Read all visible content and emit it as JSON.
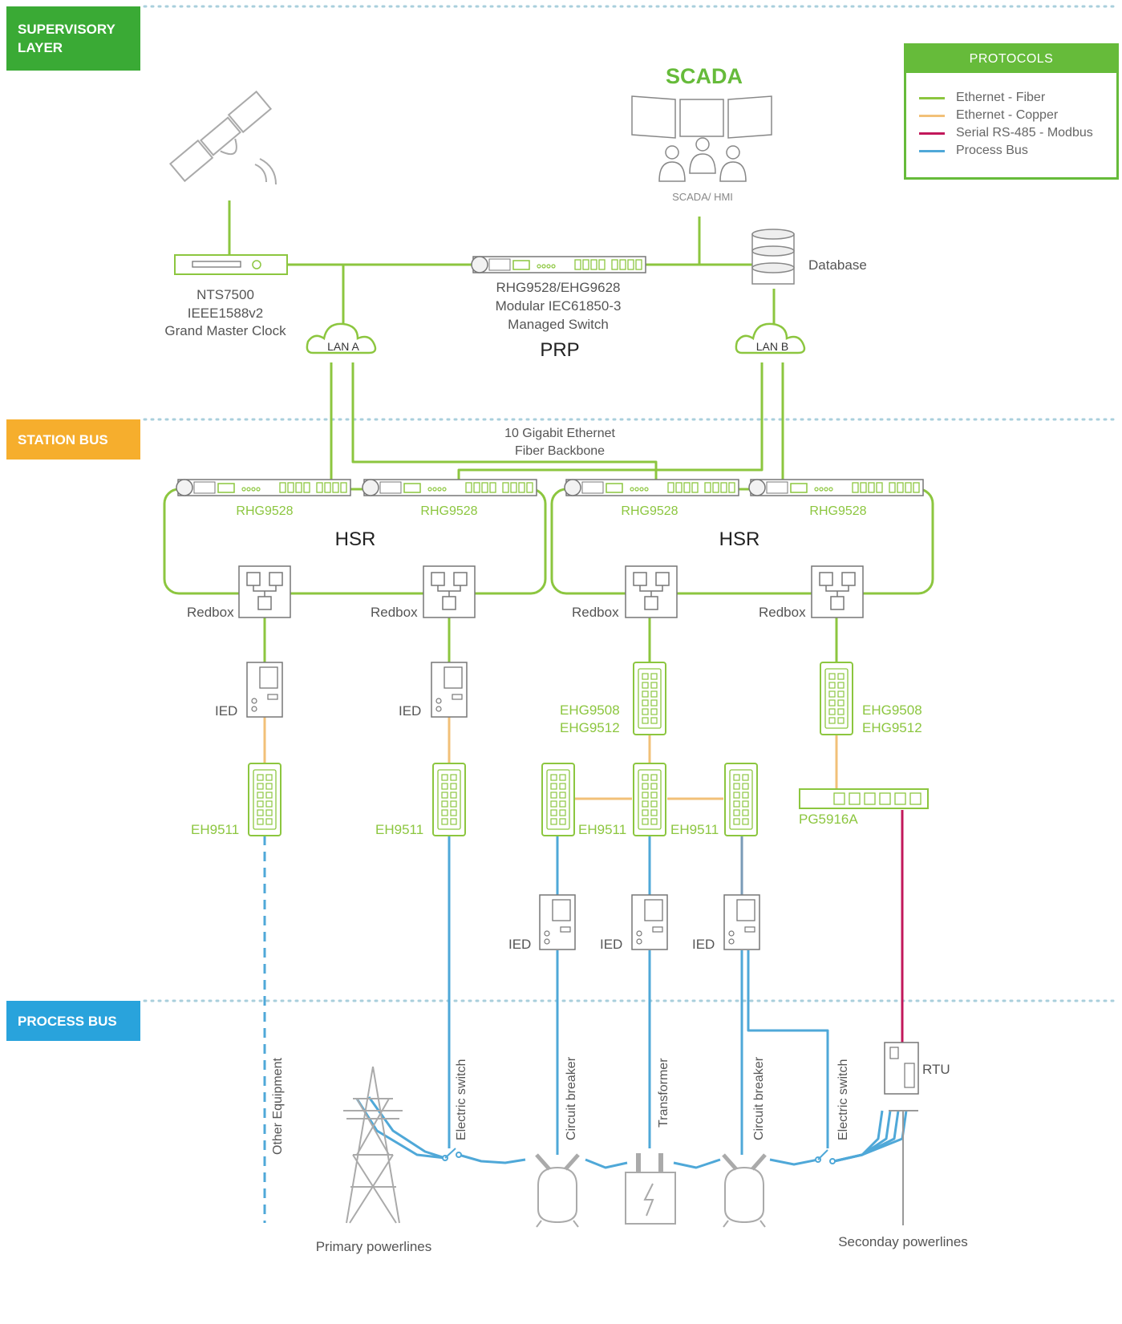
{
  "layers": {
    "supervisory": {
      "label": "SUPERVISORY\nLAYER",
      "color": "#3aaa35"
    },
    "station": {
      "label": "STATION BUS",
      "color": "#f6ae2d"
    },
    "process": {
      "label": "PROCESS BUS",
      "color": "#29a3dc"
    }
  },
  "legend": {
    "title": "PROTOCOLS",
    "items": [
      {
        "label": "Ethernet - Fiber",
        "color": "#8cc63f"
      },
      {
        "label": "Ethernet - Copper",
        "color": "#f2c078"
      },
      {
        "label": "Serial RS-485 - Modbus",
        "color": "#c2185b"
      },
      {
        "label": "Process Bus",
        "color": "#4fa8d8"
      }
    ]
  },
  "colors": {
    "fiber": "#8cc63f",
    "copper": "#f2c078",
    "serial": "#c2185b",
    "process": "#4fa8d8",
    "device": "#777777",
    "accent": "#66bb3a"
  },
  "scada": {
    "title": "SCADA",
    "caption": "SCADA/ HMI"
  },
  "database": {
    "label": "Database"
  },
  "clock": {
    "line1": "NTS7500",
    "line2": "IEEE1588v2",
    "line3": "Grand Master Clock"
  },
  "core_switch": {
    "line1": "RHG9528/EHG9628",
    "line2": "Modular IEC61850-3",
    "line3": "Managed Switch",
    "protocol": "PRP"
  },
  "lans": {
    "a": "LAN A",
    "b": "LAN B"
  },
  "backbone": {
    "line1": "10 Gigabit Ethernet",
    "line2": "Fiber Backbone"
  },
  "rings": {
    "left": "HSR",
    "right": "HSR"
  },
  "switch_label": "RHG9528",
  "redbox_label": "Redbox",
  "ied_label": "IED",
  "eh9511_label": "EH9511",
  "ehg_label": {
    "line1": "EHG9508",
    "line2": "EHG9512"
  },
  "pg_label": "PG5916A",
  "rtu_label": "RTU",
  "equipment": {
    "other": "Other Equipment",
    "switch1": "Electric switch",
    "breaker1": "Circuit breaker",
    "transformer": "Transformer",
    "breaker2": "Circuit breaker",
    "switch2": "Electric switch"
  },
  "powerlines": {
    "primary": "Primary powerlines",
    "secondary": "Seconday powerlines"
  }
}
